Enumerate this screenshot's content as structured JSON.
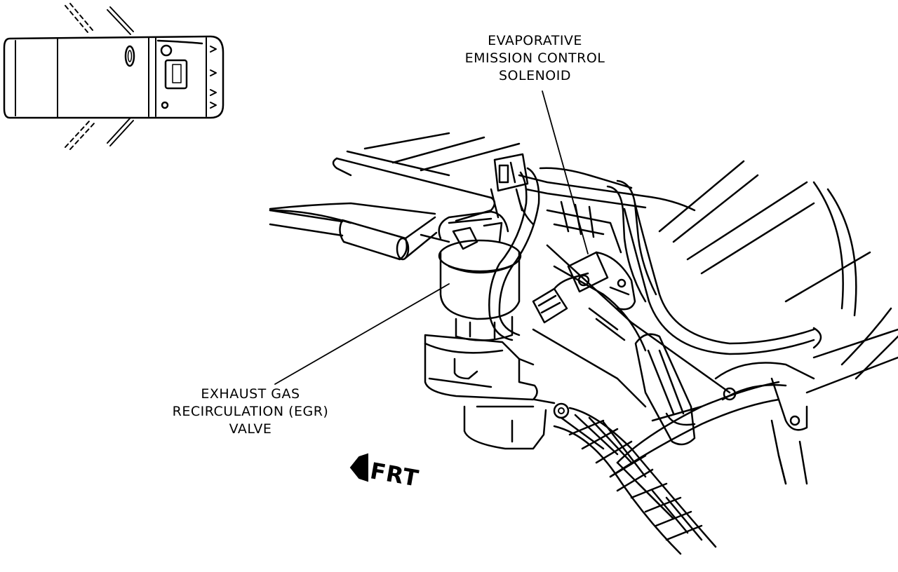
{
  "labels": {
    "evap_solenoid": [
      "EVAPORATIVE",
      "EMISSION CONTROL",
      "SOLENOID"
    ],
    "egr_valve": [
      "EXHAUST GAS",
      "RECIRCULATION (EGR)",
      "VALVE"
    ],
    "front_marker": "FRT"
  },
  "colors": {
    "ink": "#000000",
    "paper": "#ffffff"
  },
  "icons": {
    "front_arrow": "left-arrow-icon"
  }
}
